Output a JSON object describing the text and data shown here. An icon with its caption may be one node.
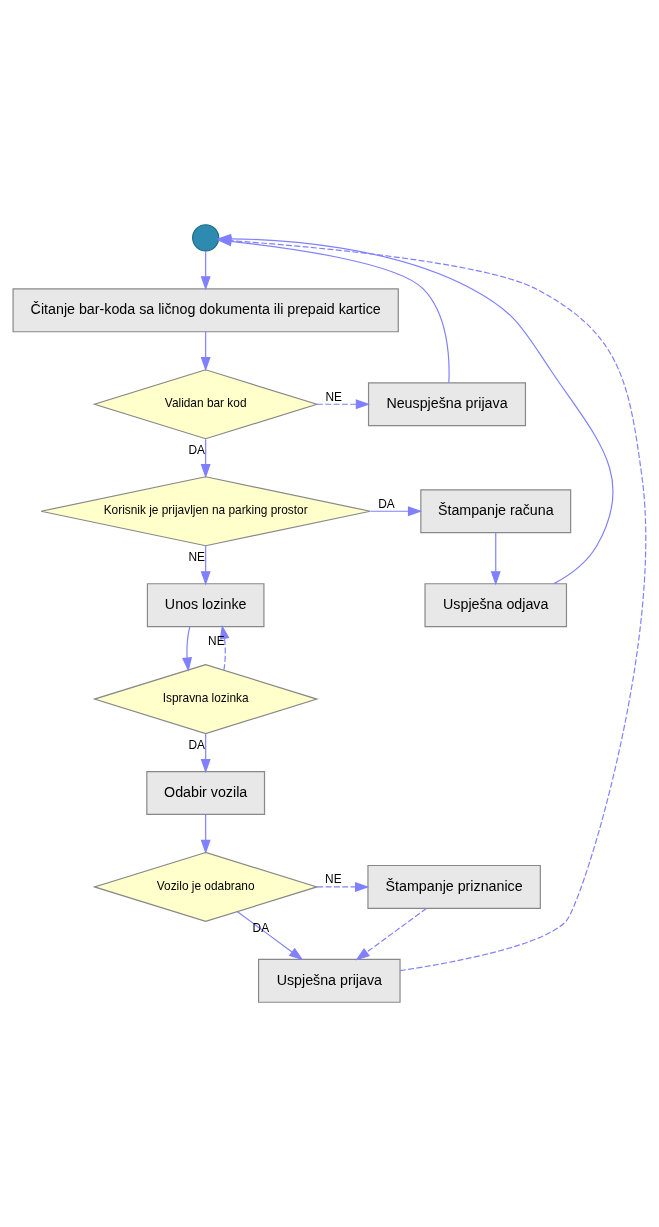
{
  "diagram": {
    "nodes": [
      {
        "text": [],
        "shape": "circle"
      },
      {
        "text": [
          "Čitanje bar-koda sa ličnog dokumenta ili prepaid kartice"
        ]
      },
      {
        "text": [
          "Validan bar kod"
        ]
      },
      {
        "text": [
          "Neuspješna prijava"
        ]
      },
      {
        "text": [
          "Korisnik je prijavljen na parking prostor"
        ]
      },
      {
        "text": [
          "Štampanje računa"
        ]
      },
      {
        "text": [
          "Uspješna odjava"
        ]
      },
      {
        "text": [
          "Unos lozinke"
        ]
      },
      {
        "text": [
          "Ispravna lozinka"
        ]
      },
      {
        "text": [
          "Odabir vozila"
        ]
      },
      {
        "text": [
          "Vozilo je odabrano"
        ]
      },
      {
        "text": [
          "Štampanje priznanice"
        ]
      },
      {
        "text": [
          "Uspješna prijava"
        ]
      }
    ],
    "edges": [
      {
        "from": 0,
        "to": 1,
        "arrow": "to"
      },
      {
        "from": 1,
        "to": 2,
        "arrow": "to"
      },
      {
        "from": 2,
        "to": 3,
        "arrow": "to",
        "label": "NE",
        "style": "dashed"
      },
      {
        "from": 2,
        "to": 4,
        "arrow": "to",
        "label": "DA"
      },
      {
        "from": 4,
        "to": 5,
        "arrow": "to",
        "label": "DA"
      },
      {
        "from": 5,
        "to": 6,
        "arrow": "to"
      },
      {
        "from": 4,
        "to": 7,
        "arrow": "to",
        "label": "NE"
      },
      {
        "from": 7,
        "to": 8,
        "arrow": "to"
      },
      {
        "from": 8,
        "to": 7,
        "arrow": "to",
        "label": "NE",
        "style": "dashed"
      },
      {
        "from": 8,
        "to": 9,
        "arrow": "to",
        "label": "DA"
      },
      {
        "from": 9,
        "to": 10,
        "arrow": "to"
      },
      {
        "from": 10,
        "to": 11,
        "arrow": "to",
        "label": "NE",
        "style": "dashed"
      },
      {
        "from": 10,
        "to": 12,
        "arrow": "to",
        "label": "DA"
      },
      {
        "from": 11,
        "to": 12,
        "arrow": "to",
        "style": "dashed"
      },
      {
        "from": 3,
        "to": 0,
        "arrow": "to"
      },
      {
        "from": 6,
        "to": 0,
        "arrow": "to"
      },
      {
        "from": 12,
        "to": 0,
        "arrow": "to",
        "style": "dashed"
      }
    ]
  }
}
